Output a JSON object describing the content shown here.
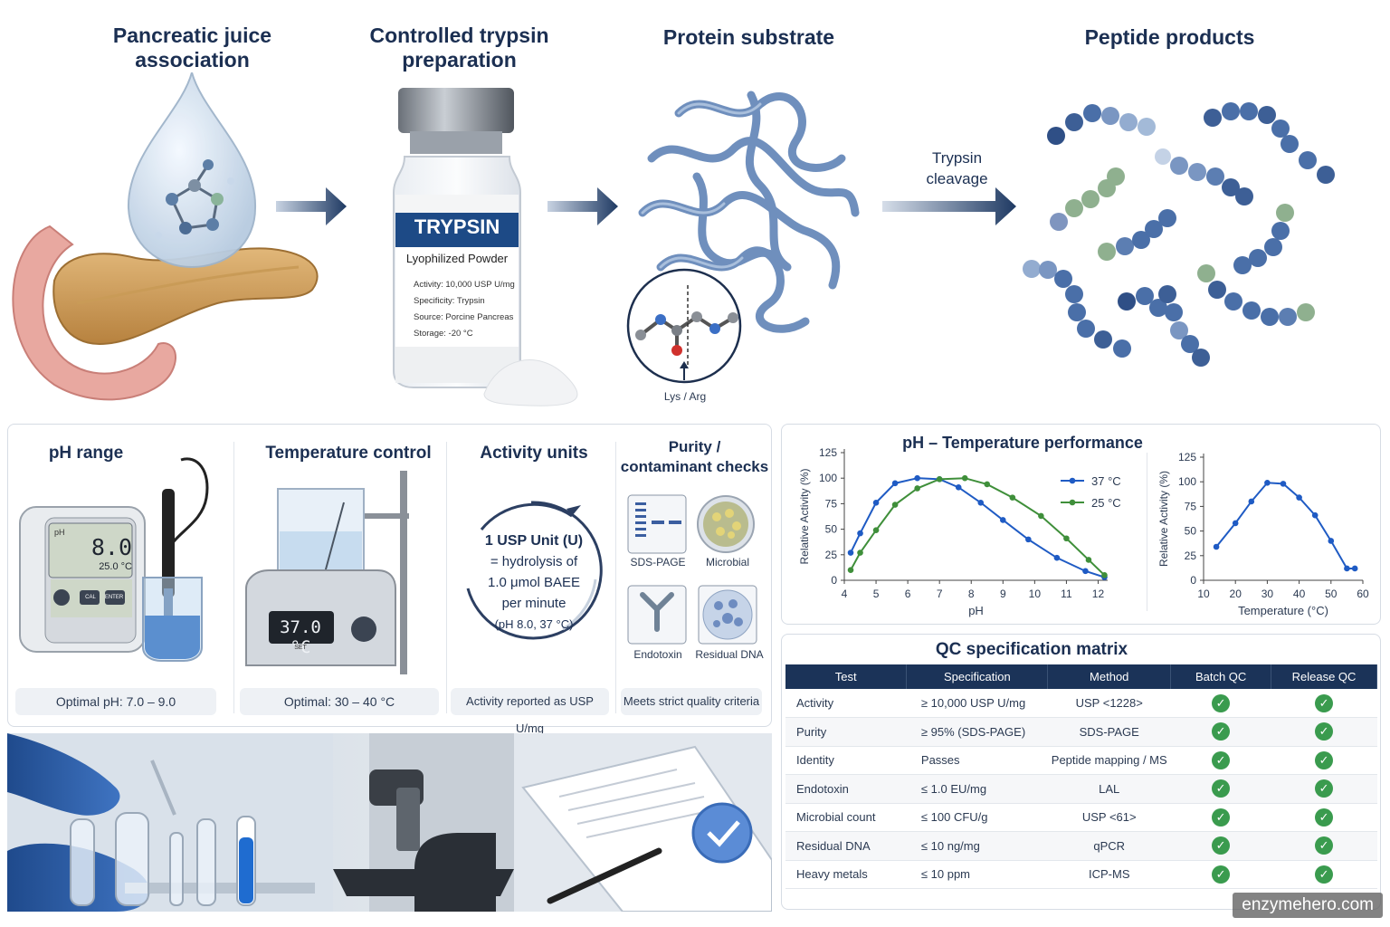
{
  "steps": [
    {
      "title": "Pancreatic juice\nassociation"
    },
    {
      "title": "Controlled trypsin\npreparation"
    },
    {
      "title": "Protein substrate"
    },
    {
      "title": "Peptide products"
    }
  ],
  "vial": {
    "brand": "TRYPSIN",
    "subtitle": "Lyophilized Powder",
    "lines": [
      "Activity:  10,000 USP U/mg",
      "Specificity: Trypsin",
      "Source: Porcine Pancreas",
      "Storage:  -20 °C"
    ]
  },
  "cleavage_label": "Trypsin\ncleavage",
  "site_label": "Lys / Arg",
  "cards": {
    "ph": {
      "title": "pH range",
      "meter_label": "pH",
      "meter_value": "8.0",
      "meter_temp": "25.0 °C",
      "buttons": [
        "CAL",
        "ENTER"
      ],
      "pill": "Optimal pH: 7.0 – 9.0"
    },
    "temp": {
      "title": "Temperature control",
      "display": "37.0 °C",
      "set_label": "SET",
      "pill": "Optimal: 30 – 40 °C"
    },
    "activity": {
      "title": "Activity units",
      "lines": [
        "1 USP Unit (U)",
        "= hydrolysis of",
        "1.0 μmol BAEE",
        "per minute",
        "(pH 8.0, 37 °C)"
      ],
      "pill": "Activity reported as USP U/mg"
    },
    "purity": {
      "title": "Purity /\ncontaminant checks",
      "items": [
        "SDS-PAGE",
        "Microbial",
        "Endotoxin",
        "Residual DNA"
      ],
      "pill": "Meets strict quality criteria"
    }
  },
  "perf_title": "pH – Temperature performance",
  "chart_data": [
    {
      "type": "line",
      "xlabel": "pH",
      "ylabel": "Relative Activity (%)",
      "xlim": [
        4,
        12.3
      ],
      "ylim": [
        0,
        125
      ],
      "xticks": [
        4,
        5,
        6,
        7,
        8,
        9,
        10,
        11,
        12
      ],
      "yticks": [
        0,
        25,
        50,
        75,
        100,
        125
      ],
      "legend": "top-right",
      "series": [
        {
          "name": "37 °C",
          "color": "#1f5bc4",
          "x": [
            4.2,
            4.5,
            5,
            5.6,
            6.3,
            7,
            7.6,
            8.3,
            9,
            9.8,
            10.7,
            11.6,
            12.2
          ],
          "y": [
            27,
            46,
            76,
            95,
            100,
            99,
            91,
            76,
            59,
            40,
            22,
            9,
            3
          ]
        },
        {
          "name": "25 °C",
          "color": "#3f8f3a",
          "x": [
            4.2,
            4.5,
            5,
            5.6,
            6.3,
            7,
            7.8,
            8.5,
            9.3,
            10.2,
            11,
            11.7,
            12.2
          ],
          "y": [
            10,
            27,
            49,
            74,
            90,
            99,
            100,
            94,
            81,
            63,
            41,
            20,
            5
          ]
        }
      ]
    },
    {
      "type": "line",
      "xlabel": "Temperature (°C)",
      "ylabel": "Relative Activity (%)",
      "xlim": [
        10,
        60
      ],
      "ylim": [
        0,
        125
      ],
      "xticks": [
        10,
        20,
        30,
        40,
        50,
        60
      ],
      "yticks": [
        0,
        25,
        50,
        75,
        100,
        125
      ],
      "series": [
        {
          "name": "",
          "color": "#1f5bc4",
          "x": [
            14,
            20,
            25,
            30,
            35,
            40,
            45,
            50,
            55,
            57.5
          ],
          "y": [
            34,
            58,
            80,
            99,
            98,
            84,
            66,
            40,
            12,
            12
          ]
        }
      ]
    }
  ],
  "qc": {
    "title": "QC specification matrix",
    "columns": [
      "Test",
      "Specification",
      "Method",
      "Batch QC",
      "Release QC"
    ],
    "rows": [
      [
        "Activity",
        "≥ 10,000 USP U/mg",
        "USP <1228>"
      ],
      [
        "Purity",
        "≥ 95% (SDS-PAGE)",
        "SDS-PAGE"
      ],
      [
        "Identity",
        "Passes",
        "Peptide mapping / MS"
      ],
      [
        "Endotoxin",
        "≤ 1.0 EU/mg",
        "LAL"
      ],
      [
        "Microbial count",
        "≤ 100 CFU/g",
        "USP <61>"
      ],
      [
        "Residual DNA",
        "≤ 10 ng/mg",
        "qPCR"
      ],
      [
        "Heavy metals",
        "≤ 10 ppm",
        "ICP-MS"
      ]
    ],
    "check_glyph": "✓"
  },
  "watermark": "enzymehero.com",
  "colors": {
    "navy": "#1b3358",
    "blue": "#1f5bc4",
    "green": "#3f8f3a",
    "check": "#3a9b4e"
  }
}
